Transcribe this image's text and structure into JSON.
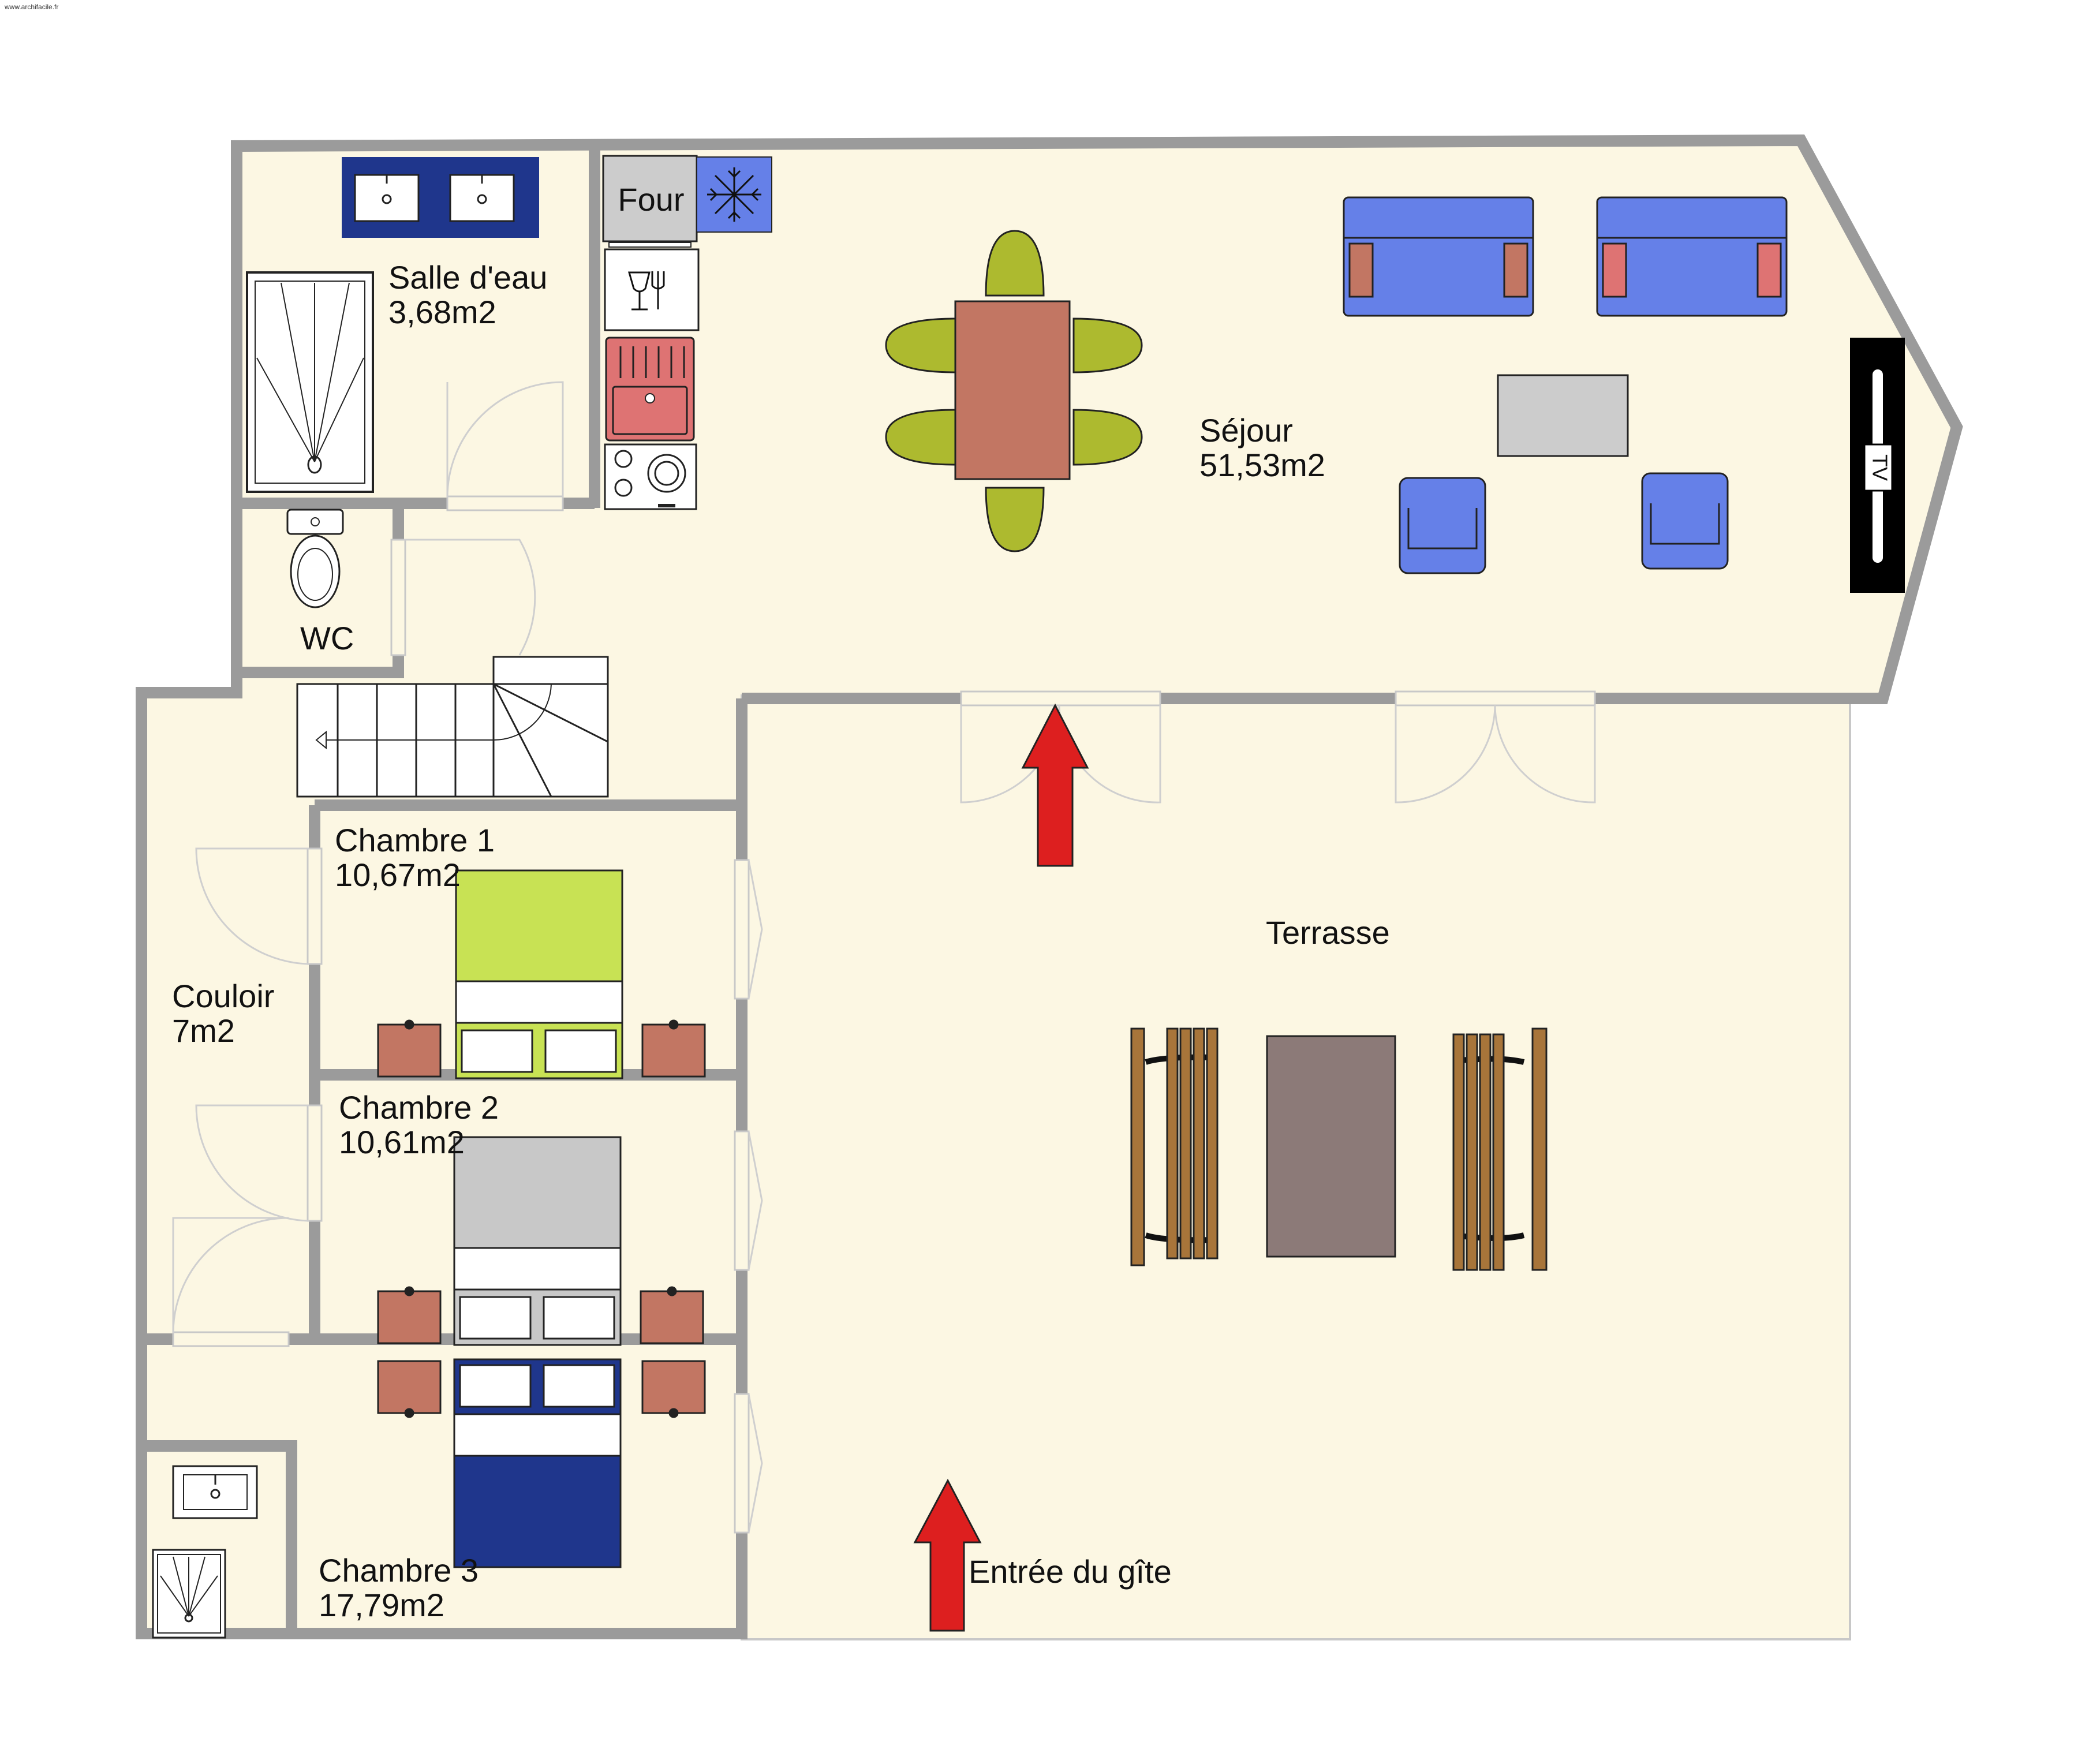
{
  "watermark": "www.archifacile.fr",
  "rooms": {
    "salle_eau": {
      "name": "Salle d'eau",
      "area": "3,68m2"
    },
    "wc": {
      "name": "WC"
    },
    "sejour": {
      "name": "Séjour",
      "area": "51,53m2"
    },
    "chambre1": {
      "name": "Chambre 1",
      "area": "10,67m2"
    },
    "chambre2": {
      "name": "Chambre 2",
      "area": "10,61m2"
    },
    "chambre3": {
      "name": "Chambre 3",
      "area": "17,79m2"
    },
    "couloir": {
      "name": "Couloir",
      "area": "7m2"
    },
    "terrasse": {
      "name": "Terrasse"
    }
  },
  "fixtures": {
    "oven_label": "Four",
    "tv_label": "TV"
  },
  "entrance_label": "Entrée du gîte",
  "colors": {
    "floor": "#fcf7e3",
    "wall": "#9b9b9b",
    "sofa": "#6580e8",
    "chair": "#adba2f",
    "dining_table": "#c27663",
    "coffee_table": "#cccccc",
    "bed1": "#c8e254",
    "bed2": "#c8c8c8",
    "bed3": "#1f368c",
    "nightstand": "#c27663",
    "patio_table": "#8c7a78",
    "bench": "#a8753a",
    "arrow": "#dd1f1f",
    "sink_dark": "#1f368c",
    "fridge": "#6580e8",
    "cooktop_red": "#de7373"
  }
}
